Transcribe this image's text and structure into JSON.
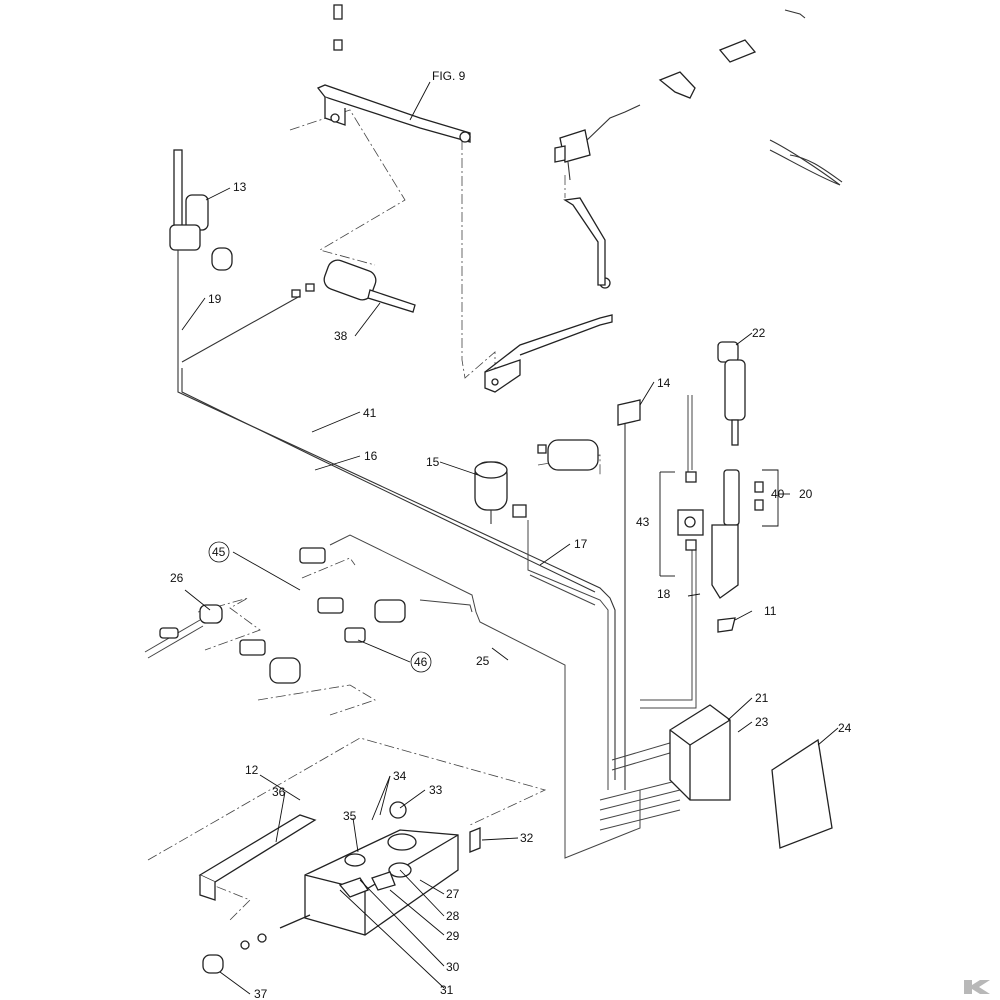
{
  "figure_ref": "FIG. 9",
  "labels": {
    "l11": "11",
    "l12": "12",
    "l13": "13",
    "l14": "14",
    "l15": "15",
    "l16": "16",
    "l17": "17",
    "l18": "18",
    "l19": "19",
    "l20": "20",
    "l21": "21",
    "l22": "22",
    "l23": "23",
    "l24": "24",
    "l25": "25",
    "l26": "26",
    "l27": "27",
    "l28": "28",
    "l29": "29",
    "l30": "30",
    "l31": "31",
    "l32": "32",
    "l33": "33",
    "l34": "34",
    "l35": "35",
    "l36": "36",
    "l37": "37",
    "l38": "38",
    "l40": "40",
    "l41": "41",
    "l43": "43",
    "l45": "45",
    "l46": "46"
  },
  "logo": {
    "mark": "K",
    "color": "#b8b8b8"
  }
}
